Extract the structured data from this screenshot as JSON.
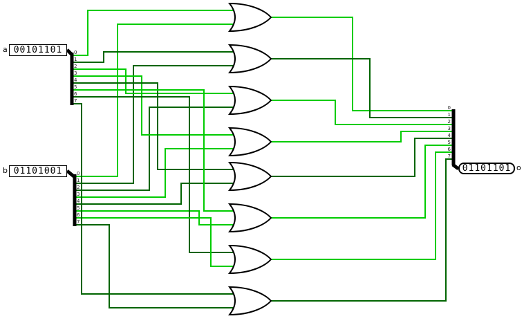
{
  "circuit": {
    "inputs": [
      {
        "label": "a",
        "value": "00101101"
      },
      {
        "label": "b",
        "value": "01101001"
      }
    ],
    "output": {
      "label": "o",
      "value": "01101101"
    },
    "pin_labels": [
      "0",
      "1",
      "2",
      "3",
      "4",
      "5",
      "6",
      "7"
    ],
    "gate_type": "OR",
    "gate_count": 8,
    "colors": {
      "wire_high": "#00cc00",
      "wire_low": "#006400",
      "bus": "#000000",
      "gate_stroke": "#000000",
      "gate_fill": "#ffffff"
    }
  }
}
